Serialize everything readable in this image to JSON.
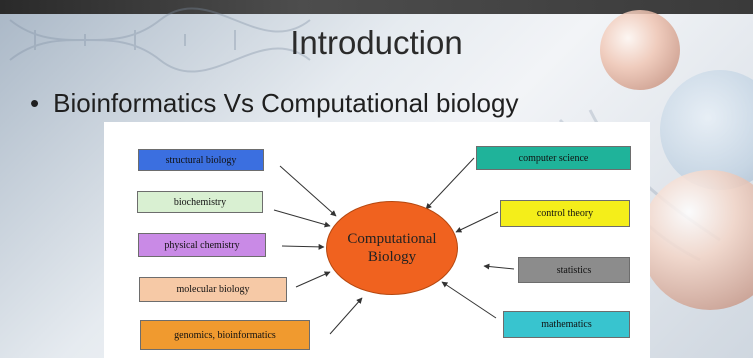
{
  "slide": {
    "title": "Introduction",
    "bullet": "•",
    "bullet_text": "Bioinformatics Vs Computational biology"
  },
  "diagram": {
    "center": {
      "line1": "Computational",
      "line2": "Biology",
      "color": "#f0621f"
    },
    "left_boxes": [
      {
        "label": "structural biology",
        "color": "#3b6fe0"
      },
      {
        "label": "biochemistry",
        "color": "#d9f0d2"
      },
      {
        "label": "physical chemistry",
        "color": "#c98ae6"
      },
      {
        "label": "molecular biology",
        "color": "#f6c9a6"
      },
      {
        "label": "genomics, bioinformatics",
        "color": "#f09a2f"
      }
    ],
    "right_boxes": [
      {
        "label": "computer science",
        "color": "#1fb39a"
      },
      {
        "label": "control theory",
        "color": "#f4ee1a"
      },
      {
        "label": "statistics",
        "color": "#8c8c8c"
      },
      {
        "label": "mathematics",
        "color": "#38c4cf"
      }
    ]
  }
}
